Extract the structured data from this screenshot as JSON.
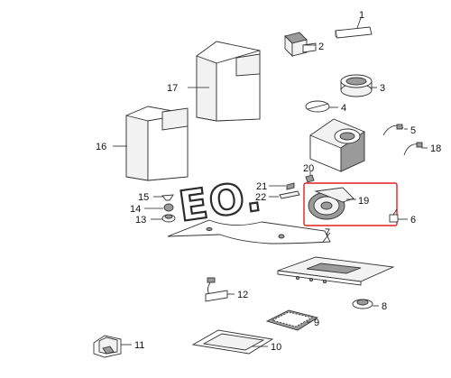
{
  "diagram": {
    "callouts": [
      {
        "id": "c1",
        "label": "1"
      },
      {
        "id": "c2",
        "label": "2"
      },
      {
        "id": "c3",
        "label": "3"
      },
      {
        "id": "c4",
        "label": "4"
      },
      {
        "id": "c5",
        "label": "5"
      },
      {
        "id": "c6",
        "label": "6"
      },
      {
        "id": "c7",
        "label": "7"
      },
      {
        "id": "c8",
        "label": "8"
      },
      {
        "id": "c9",
        "label": "9"
      },
      {
        "id": "c10",
        "label": "10"
      },
      {
        "id": "c11",
        "label": "11"
      },
      {
        "id": "c12",
        "label": "12"
      },
      {
        "id": "c13",
        "label": "13"
      },
      {
        "id": "c14",
        "label": "14"
      },
      {
        "id": "c15",
        "label": "15"
      },
      {
        "id": "c16",
        "label": "16"
      },
      {
        "id": "c17",
        "label": "17"
      },
      {
        "id": "c18",
        "label": "18"
      },
      {
        "id": "c19",
        "label": "19"
      },
      {
        "id": "c20",
        "label": "20"
      },
      {
        "id": "c21",
        "label": "21"
      },
      {
        "id": "c22",
        "label": "22"
      }
    ],
    "highlighted_part": "19",
    "highlight_color": "#e02020",
    "watermark": "EO."
  }
}
